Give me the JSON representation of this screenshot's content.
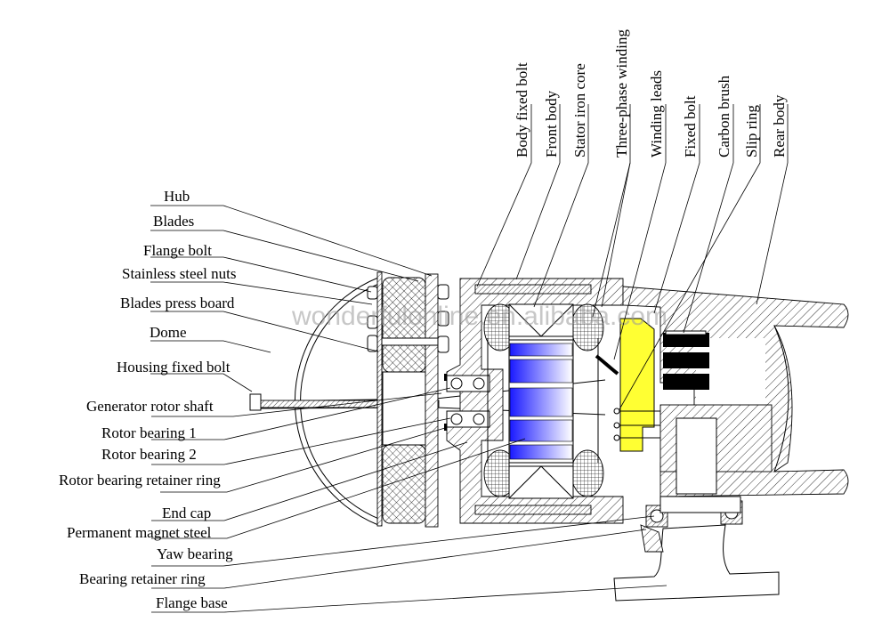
{
  "figure": {
    "title": "Wind turbine generator cross-section",
    "watermark": "wonderfulonline.en.alibaba.com"
  },
  "left_labels": [
    {
      "id": "hub",
      "text": "Hub"
    },
    {
      "id": "blades",
      "text": "Blades"
    },
    {
      "id": "flange-bolt",
      "text": "Flange bolt"
    },
    {
      "id": "stainless-steel-nuts",
      "text": "Stainless steel nuts"
    },
    {
      "id": "blades-press-board",
      "text": "Blades press board"
    },
    {
      "id": "dome",
      "text": "Dome"
    },
    {
      "id": "housing-fixed-bolt",
      "text": "Housing fixed bolt"
    },
    {
      "id": "generator-rotor-shaft",
      "text": "Generator rotor shaft"
    },
    {
      "id": "rotor-bearing-1",
      "text": "Rotor bearing 1"
    },
    {
      "id": "rotor-bearing-2",
      "text": "Rotor bearing 2"
    },
    {
      "id": "rotor-bearing-retainer-ring",
      "text": "Rotor bearing retainer ring"
    },
    {
      "id": "end-cap",
      "text": "End cap"
    },
    {
      "id": "permanent-magnet-steel",
      "text": "Permanent magnet steel"
    },
    {
      "id": "yaw-bearing",
      "text": "Yaw bearing"
    },
    {
      "id": "bearing-retainer-ring",
      "text": "Bearing retainer ring"
    },
    {
      "id": "flange-base",
      "text": "Flange base"
    }
  ],
  "top_labels": [
    {
      "id": "body-fixed-bolt",
      "text": "Body fixed bolt"
    },
    {
      "id": "front-body",
      "text": "Front body"
    },
    {
      "id": "stator-iron-core",
      "text": "Stator iron core"
    },
    {
      "id": "three-phase-winding",
      "text": "Three-phase winding"
    },
    {
      "id": "winding-leads",
      "text": "Winding leads"
    },
    {
      "id": "fixed-bolt",
      "text": "Fixed bolt"
    },
    {
      "id": "carbon-brush",
      "text": "Carbon brush"
    },
    {
      "id": "slip-ring",
      "text": "Slip ring"
    },
    {
      "id": "rear-body",
      "text": "Rear body"
    }
  ],
  "colors": {
    "magnet_blue": "#1a1aff",
    "slip_ring_yellow": "#ffff33",
    "carbon_brush_black": "#000000",
    "line": "#000000"
  }
}
